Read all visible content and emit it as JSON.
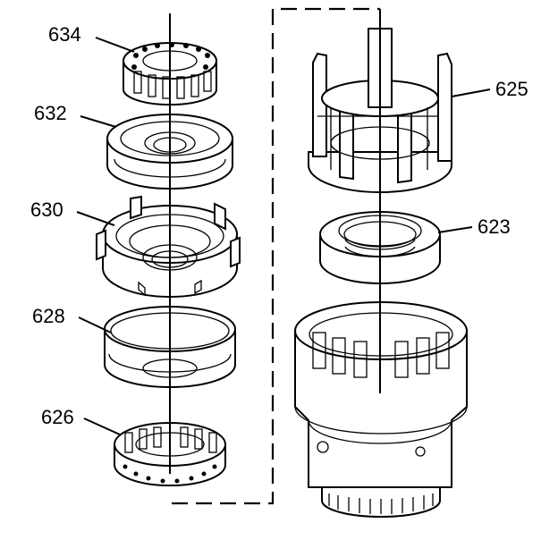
{
  "callouts": {
    "p634": "634",
    "p632": "632",
    "p630": "630",
    "p628": "628",
    "p626": "626",
    "p625": "625",
    "p623": "623"
  },
  "colors": {
    "line": "#000000",
    "background": "#ffffff"
  }
}
